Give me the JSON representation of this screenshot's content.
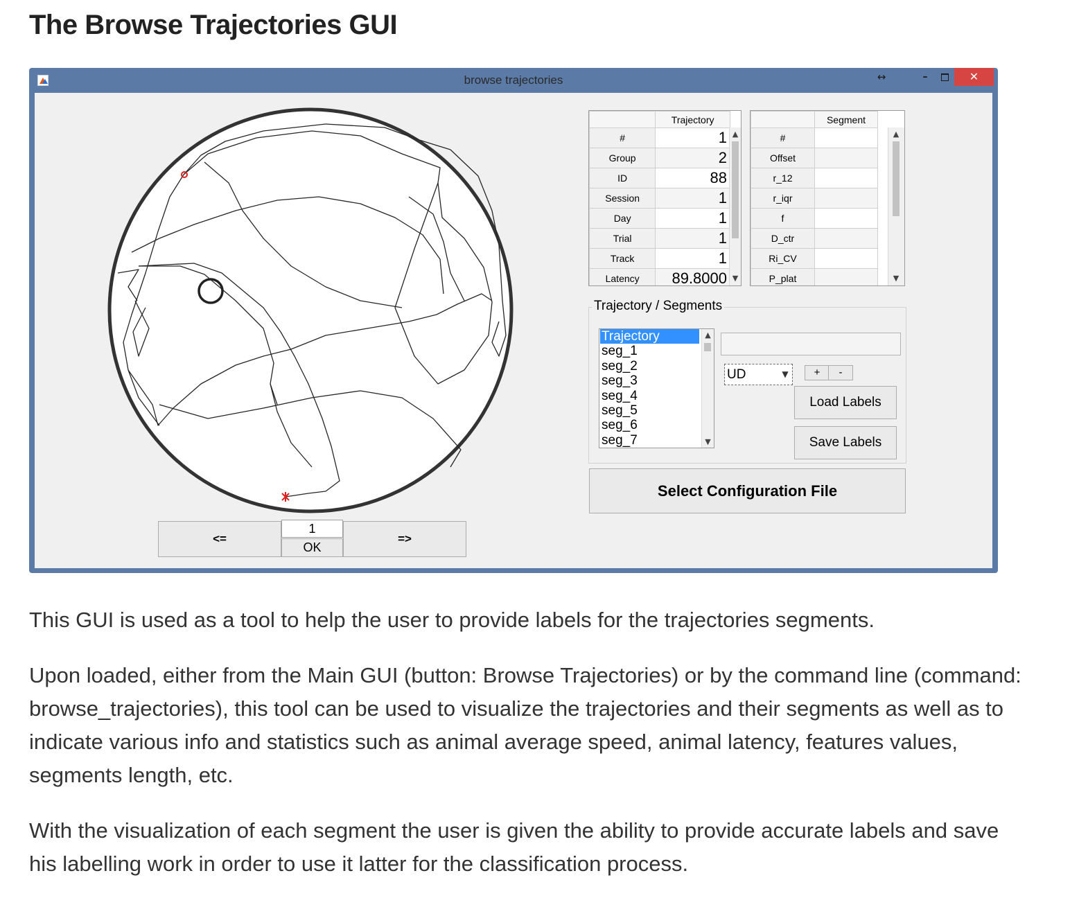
{
  "page_title": "The Browse Trajectories GUI",
  "window": {
    "title": "browse trajectories"
  },
  "navigation": {
    "prev_label": "<=",
    "next_label": "=>",
    "index_value": "1",
    "ok_label": "OK"
  },
  "trajectory_table": {
    "header": "Trajectory",
    "rows": [
      {
        "label": "#",
        "value": "1"
      },
      {
        "label": "Group",
        "value": "2"
      },
      {
        "label": "ID",
        "value": "88"
      },
      {
        "label": "Session",
        "value": "1"
      },
      {
        "label": "Day",
        "value": "1"
      },
      {
        "label": "Trial",
        "value": "1"
      },
      {
        "label": "Track",
        "value": "1"
      },
      {
        "label": "Latency",
        "value": "89.8000"
      }
    ]
  },
  "segment_table": {
    "header": "Segment",
    "rows": [
      {
        "label": "#",
        "value": ""
      },
      {
        "label": "Offset",
        "value": ""
      },
      {
        "label": "r_12",
        "value": ""
      },
      {
        "label": "r_iqr",
        "value": ""
      },
      {
        "label": "f",
        "value": ""
      },
      {
        "label": "D_ctr",
        "value": ""
      },
      {
        "label": "Ri_CV",
        "value": ""
      },
      {
        "label": "P_plat",
        "value": ""
      }
    ]
  },
  "segments_panel": {
    "title": "Trajectory / Segments",
    "list_items": [
      "Trajectory",
      "seg_1",
      "seg_2",
      "seg_3",
      "seg_4",
      "seg_5",
      "seg_6",
      "seg_7"
    ],
    "selected_index": 0,
    "label_popup_value": "UD",
    "plus_label": "+",
    "minus_label": "-",
    "load_labels": "Load Labels",
    "save_labels": "Save Labels"
  },
  "config_button": "Select Configuration File",
  "paragraphs": [
    "This GUI is used as a tool to help the user to provide labels for the trajectories segments.",
    "Upon loaded, either from the Main GUI (button: Browse Trajectories) or by the command line (command: browse_trajectories), this tool can be used to visualize the trajectories and their segments as well as to indicate various info and statistics such as animal average speed, animal latency, features values, segments length, etc.",
    "With the visualization of each segment the user is given the ability to provide accurate labels and save his labelling work in order to use it latter for the classification process."
  ],
  "colors": {
    "titlebar": "#5b7aa6",
    "close": "#d64541",
    "selection": "#3390ff",
    "start_marker": "#e02020"
  },
  "icons": {
    "app": "matlab-logo-icon",
    "resize": "double-arrow-icon",
    "minimize": "minimize-icon",
    "maximize": "maximize-icon",
    "close": "close-icon"
  }
}
